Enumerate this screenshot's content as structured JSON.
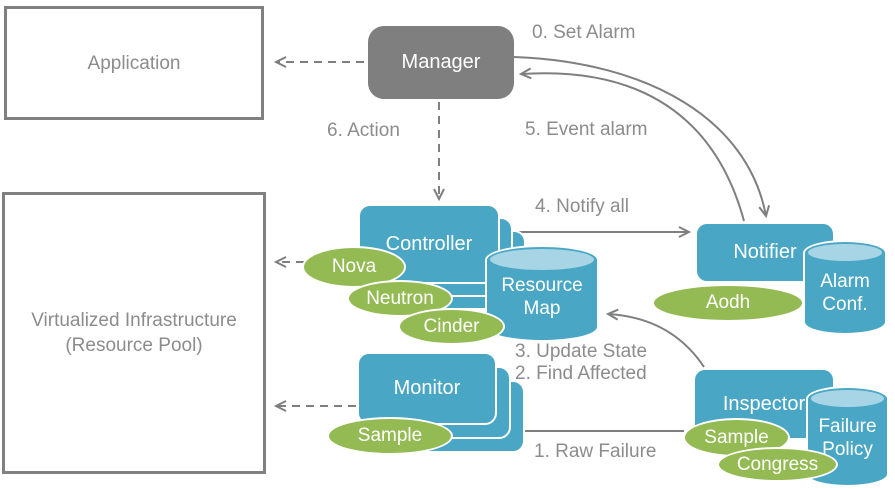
{
  "nodes": {
    "application": "Application",
    "virtualized_infrastructure": {
      "line1": "Virtualized  Infrastructure",
      "line2": "(Resource Pool)"
    },
    "manager": "Manager",
    "controller": "Controller",
    "monitor": "Monitor",
    "notifier": "Notifier",
    "inspector": "Inspector"
  },
  "datastores": {
    "resource_map": {
      "line1": "Resource",
      "line2": "Map"
    },
    "alarm_conf": {
      "line1": "Alarm",
      "line2": "Conf."
    },
    "failure_policy": {
      "line1": "Failure",
      "line2": "Policy"
    }
  },
  "plugins": {
    "nova": "Nova",
    "neutron": "Neutron",
    "cinder": "Cinder",
    "aodh": "Aodh",
    "sample_monitor": "Sample",
    "sample_inspector": "Sample",
    "congress": "Congress"
  },
  "steps": {
    "set_alarm": "0. Set Alarm",
    "notify_all": "4. Notify all",
    "event_alarm": "5. Event alarm",
    "action": "6. Action",
    "update_state": "3. Update State",
    "find_affected": "2. Find Affected",
    "raw_failure": "1. Raw Failure"
  },
  "colors": {
    "teal": "#49A7C5",
    "teal_light": "#A8D5E6",
    "green": "#94BB53",
    "node_gray": "#7F7F7F",
    "label_gray": "#8C8C8C"
  }
}
